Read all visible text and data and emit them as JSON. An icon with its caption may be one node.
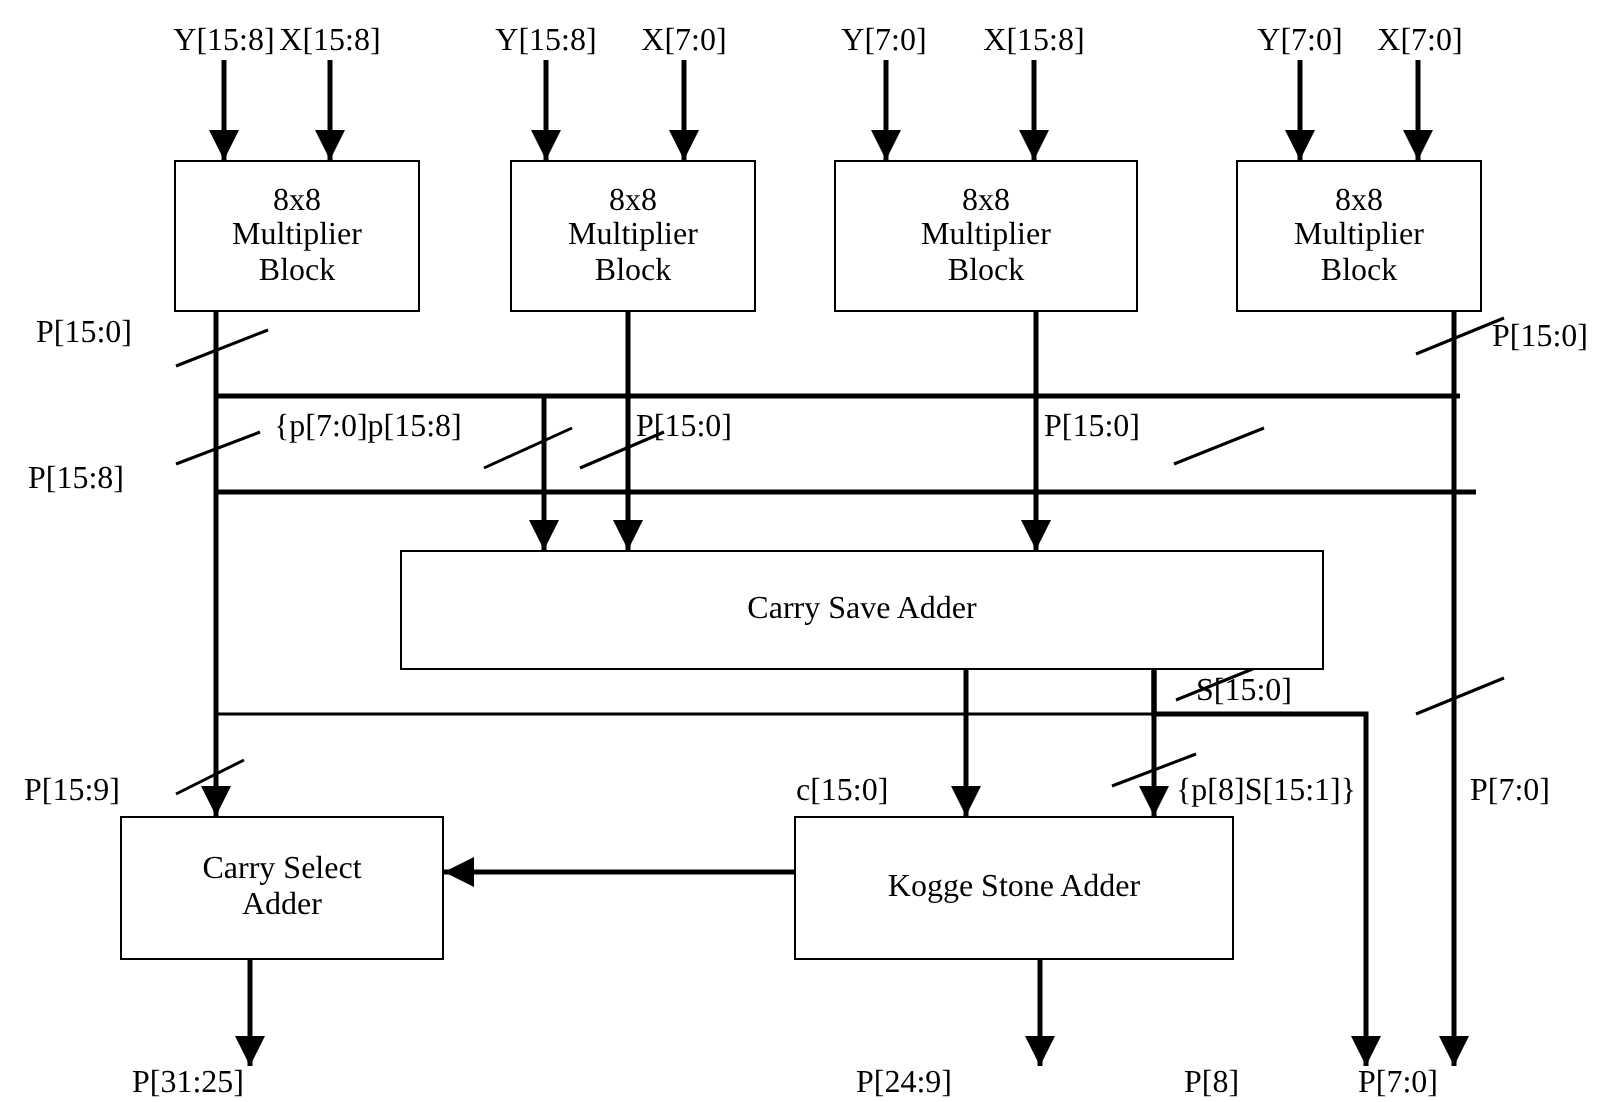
{
  "diagram": {
    "nodes": [
      {
        "text": [
          "Y[15:8]"
        ]
      },
      {
        "text": [
          "X[15:8]"
        ]
      },
      {
        "text": [
          "Y[15:8]"
        ]
      },
      {
        "text": [
          "X[7:0]"
        ]
      },
      {
        "text": [
          "Y[7:0]"
        ]
      },
      {
        "text": [
          "X[15:8]"
        ]
      },
      {
        "text": [
          "Y[7:0]"
        ]
      },
      {
        "text": [
          "X[7:0]"
        ]
      },
      {
        "text": [
          "8x8 Multiplier Block"
        ]
      },
      {
        "text": [
          "8x8 Multiplier Block"
        ]
      },
      {
        "text": [
          "8x8 Multiplier Block"
        ]
      },
      {
        "text": [
          "8x8 Multiplier Block"
        ]
      },
      {
        "text": [
          "Carry Save Adder"
        ]
      },
      {
        "text": [
          "Carry Select Adder"
        ]
      },
      {
        "text": [
          "Kogge Stone Adder"
        ]
      },
      {
        "text": [
          "P[31:25]"
        ]
      },
      {
        "text": [
          "P[24:9]"
        ]
      },
      {
        "text": [
          "P[7:0]"
        ]
      }
    ],
    "edges": [
      {
        "from": 0,
        "to": 8,
        "arrow": "to"
      },
      {
        "from": 1,
        "to": 8,
        "arrow": "to"
      },
      {
        "from": 2,
        "to": 9,
        "arrow": "to"
      },
      {
        "from": 3,
        "to": 9,
        "arrow": "to"
      },
      {
        "from": 4,
        "to": 10,
        "arrow": "to"
      },
      {
        "from": 5,
        "to": 10,
        "arrow": "to"
      },
      {
        "from": 6,
        "to": 11,
        "arrow": "to"
      },
      {
        "from": 7,
        "to": 11,
        "arrow": "to"
      },
      {
        "from": 8,
        "to": 13,
        "arrow": "to"
      },
      {
        "from": 9,
        "to": 12,
        "arrow": "to"
      },
      {
        "from": 10,
        "to": 12,
        "arrow": "to"
      },
      {
        "from": null,
        "to": 12,
        "arrow": "to"
      },
      {
        "from": 12,
        "to": 14,
        "arrow": "to"
      },
      {
        "from": 12,
        "to": 14,
        "arrow": "to"
      },
      {
        "from": 14,
        "to": 13,
        "arrow": "to"
      },
      {
        "from": 13,
        "to": 15,
        "arrow": "to"
      },
      {
        "from": 14,
        "to": 16,
        "arrow": "to"
      },
      {
        "from": 12,
        "to": 17,
        "arrow": "to"
      },
      {
        "from": 11,
        "to": 17,
        "arrow": "to"
      }
    ],
    "labels": [
      "P[15:0]",
      "P[15:0]",
      "P[15:8]",
      "{p[7:0]p[15:8]",
      "P[15:0]",
      "P[15:0]",
      "S[15:0]",
      "P[15:9]",
      "c[15:0]",
      "{p[8]S[15:1]}",
      "P[7:0]",
      "P[8]"
    ]
  }
}
